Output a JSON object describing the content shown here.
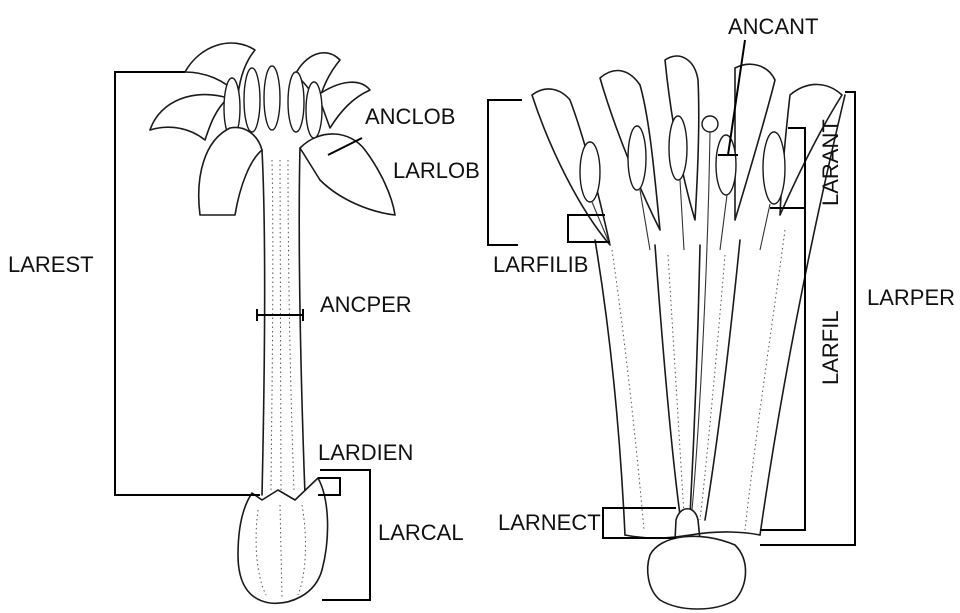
{
  "labels": {
    "larest": "LAREST",
    "anclob": "ANCLOB",
    "larlob": "LARLOB",
    "ancper": "ANCPER",
    "lardien": "LARDIEN",
    "larcal": "LARCAL",
    "ancant": "ANCANT",
    "larfilib": "LARFILIB",
    "larant": "LARANT",
    "larper": "LARPER",
    "larfil": "LARFIL",
    "larnect": "LARNECT"
  }
}
